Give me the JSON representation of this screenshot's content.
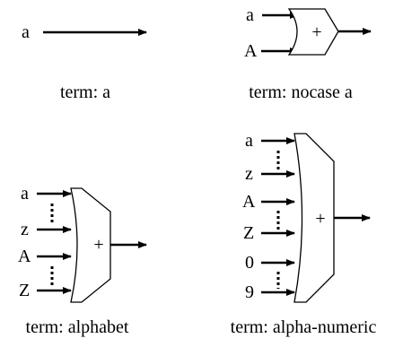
{
  "diagrams": {
    "term_a": {
      "input_label": "a",
      "caption": "term: a"
    },
    "term_nocase": {
      "inputs": [
        "a",
        "A"
      ],
      "gate_symbol": "+",
      "caption": "term:  nocase a"
    },
    "term_alphabet": {
      "inputs": [
        "a",
        "z",
        "A",
        "Z"
      ],
      "gate_symbol": "+",
      "caption": "term: alphabet"
    },
    "term_alphanumeric": {
      "inputs": [
        "a",
        "z",
        "A",
        "Z",
        "0",
        "9"
      ],
      "gate_symbol": "+",
      "caption": "term: alpha-numeric"
    }
  },
  "colors": {
    "stroke": "#000000",
    "background": "#ffffff"
  }
}
